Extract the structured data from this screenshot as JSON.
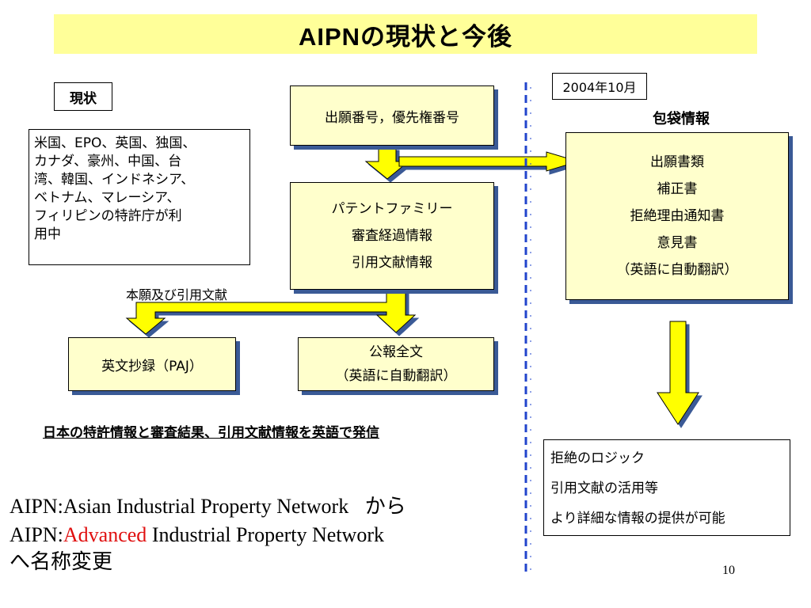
{
  "title": "AIPNの現状と今後",
  "status_label": "現状",
  "date_label": "2004年10月",
  "envelope_label": "包袋情報",
  "countries_text": [
    "米国、EPO、英国、独国、",
    "カナダ、豪州、中国、台",
    "湾、韓国、インドネシア、",
    "ベトナム、マレーシア、",
    "フィリピンの特許庁が利",
    "用中"
  ],
  "application_box": "出願番号，優先権番号",
  "family_box": [
    "パテントファミリー",
    "審査経過情報",
    "引用文献情報"
  ],
  "arrow_caption": "本願及び引用文献",
  "paj_box": "英文抄録（PAJ）",
  "gazette_box": [
    "公報全文",
    "（英語に自動翻訳）"
  ],
  "envelope_box": [
    "出願書類",
    "補正書",
    "拒絶理由通知書",
    "意見書",
    "（英語に自動翻訳）"
  ],
  "summary_text": "日本の特許情報と審査結果、引用文献情報を英語で発信",
  "future_box": [
    "拒絶のロジック",
    "引用文献の活用等",
    "より詳細な情報の提供が可能"
  ],
  "name_change": {
    "line1_en": "AIPN:Asian Industrial Property Network",
    "line1_jp": "から",
    "line2_prefix": "AIPN:",
    "line2_highlight": "Advanced",
    "line2_rest": " Industrial Property Network",
    "line3": "へ名称変更"
  },
  "page_number": "10",
  "colors": {
    "title_bg": "#ffff99",
    "box_bg": "#ffffcc",
    "shadow": "#3a5a96",
    "arrow": "#ffff00",
    "divider": "#2244cc",
    "highlight": "#e01010"
  }
}
